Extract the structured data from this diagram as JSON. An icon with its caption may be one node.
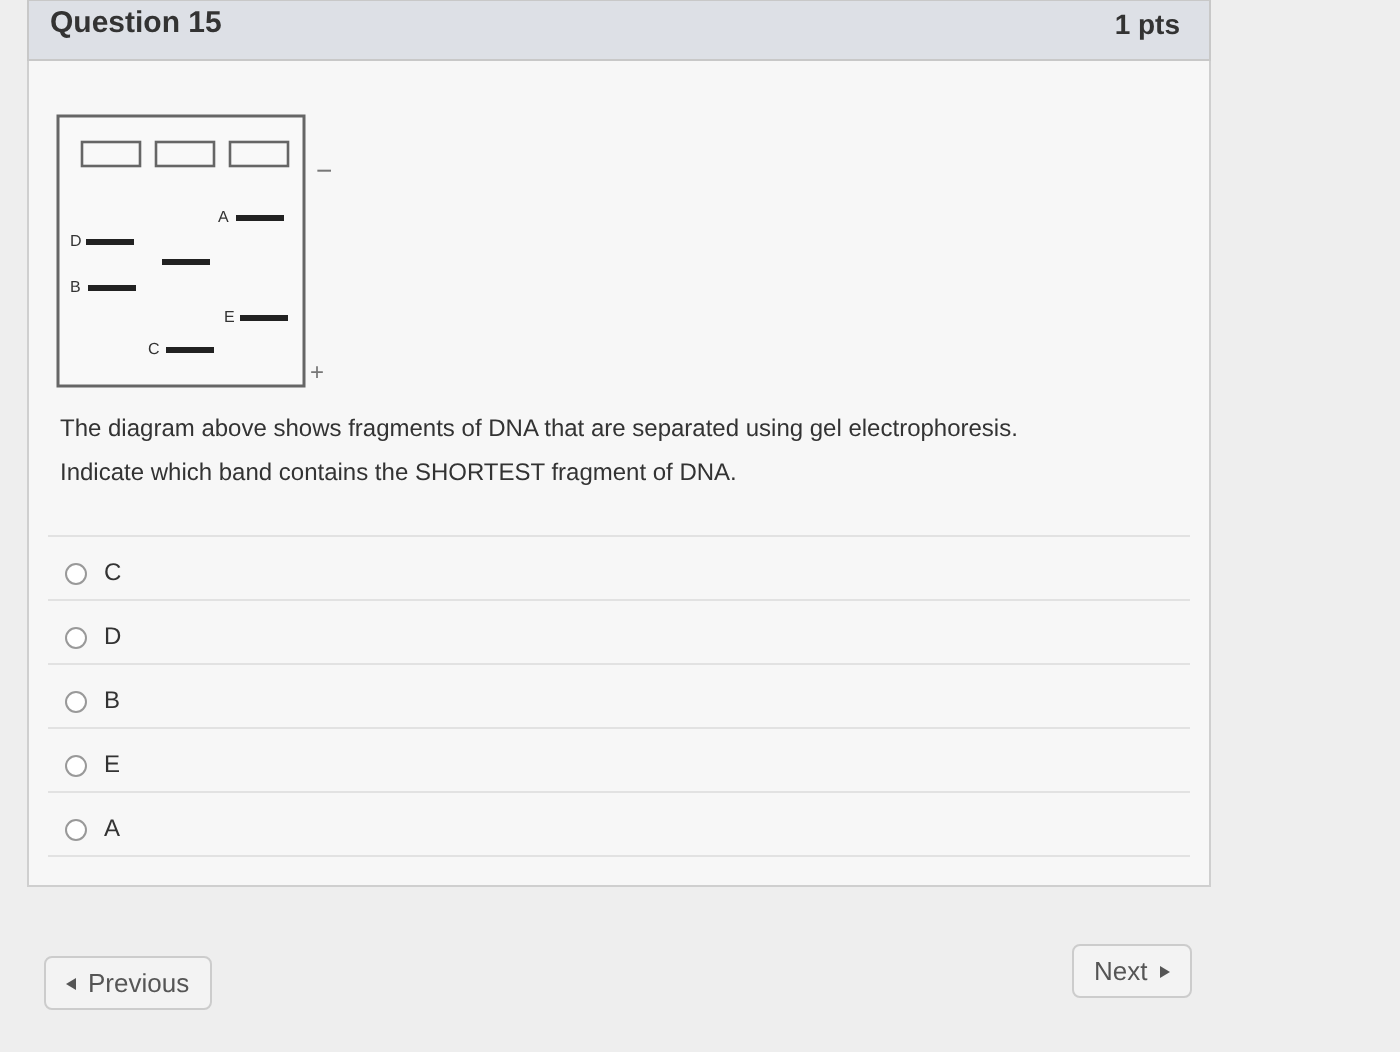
{
  "diagram": {
    "title": "Question 15",
    "labels": [
      "1 pts",
      "−",
      "A",
      "D",
      "B",
      "E",
      "C",
      "+",
      "The diagram above shows fragments of DNA that are separated using gel electrophoresis.",
      "Indicate which band contains the SHORTEST fragment of DNA.",
      "C",
      "D",
      "B",
      "E",
      "A",
      "Previous",
      "Next"
    ]
  }
}
